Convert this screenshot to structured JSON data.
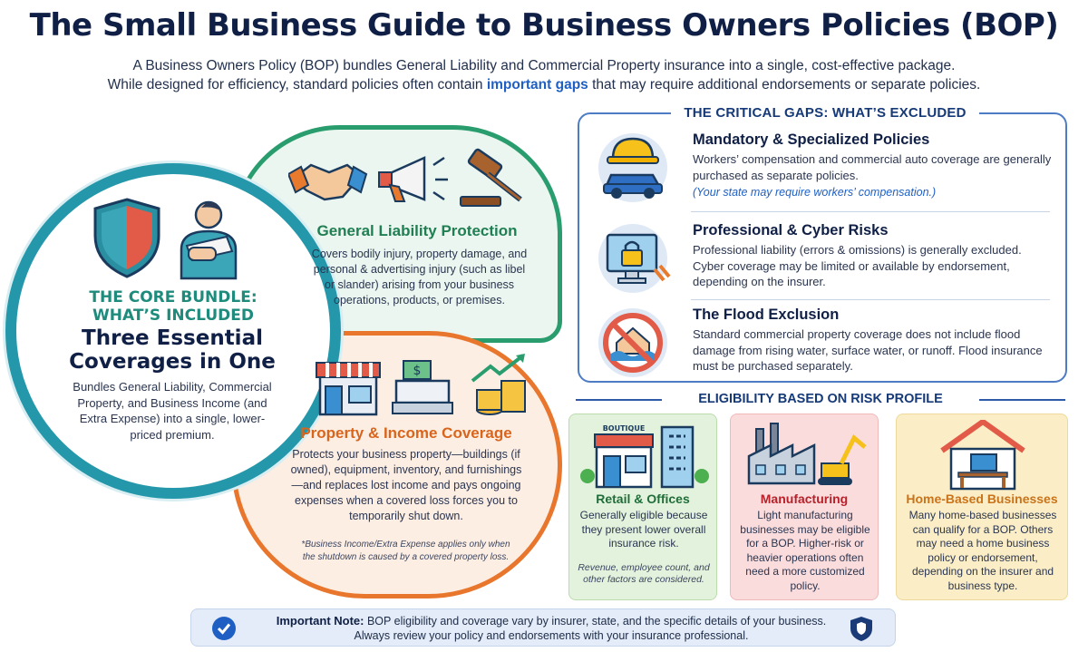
{
  "header": {
    "title": "The Small Business Guide to Business Owners Policies (BOP)",
    "intro_line1": "A Business Owners Policy (BOP) bundles General Liability and Commercial Property insurance into a single, cost-effective package.",
    "intro_line2_pre": "While designed for efficiency, standard policies often contain ",
    "intro_line2_highlight": "important gaps",
    "intro_line2_post": " that may require additional endorsements or separate policies."
  },
  "core": {
    "label_line1": "THE CORE BUNDLE:",
    "label_line2": "WHAT’S INCLUDED",
    "heading_line1": "Three Essential",
    "heading_line2": "Coverages in One",
    "body": "Bundles General Liability, Commercial Property, and Business Income (and Extra Expense) into a single, lower-priced premium.",
    "icons": [
      "shield-icon",
      "injured-person-icon"
    ]
  },
  "general_liability": {
    "title": "General Liability Protection",
    "body": "Covers bodily injury, property damage, and personal & advertising injury (such as libel or slander) arising from your business operations, products, or premises.",
    "icons": [
      "handshake-icon",
      "megaphone-icon",
      "gavel-icon"
    ]
  },
  "property_income": {
    "title": "Property & Income Coverage",
    "body": "Protects your business property—buildings (if owned), equipment, inventory, and furnishings—and replaces lost income and pays ongoing expenses when a covered loss forces you to temporarily shut down.",
    "note": "*Business Income/Extra Expense applies only when the shutdown is caused by a covered property loss.",
    "icons": [
      "storefront-icon",
      "cash-register-icon",
      "coins-growth-icon"
    ]
  },
  "gaps": {
    "title": "THE CRITICAL GAPS: WHAT’S EXCLUDED",
    "items": [
      {
        "title": "Mandatory & Specialized Policies",
        "body": "Workers’ compensation and commercial auto coverage are generally purchased as separate policies.",
        "extra": "(Your state may require workers’ compensation.)",
        "icon": "hardhat-car-icon"
      },
      {
        "title": "Professional & Cyber Risks",
        "body": "Professional liability (errors & omissions) is generally excluded. Cyber coverage may be limited or available by endorsement, depending on the insurer.",
        "icon": "locked-computer-icon"
      },
      {
        "title": "The Flood Exclusion",
        "body": "Standard commercial property coverage does not include flood damage from rising water, surface water, or runoff. Flood insurance must be purchased separately.",
        "icon": "no-flood-icon"
      }
    ]
  },
  "eligibility": {
    "title": "ELIGIBILITY BASED ON RISK PROFILE",
    "cards": [
      {
        "title": "Retail & Offices",
        "body": "Generally eligible because they present lower overall insurance risk.",
        "note": "Revenue, employee count, and other factors are considered.",
        "sign": "BOUTIQUE",
        "icon": "boutique-office-icon"
      },
      {
        "title": "Manufacturing",
        "body": "Light manufacturing businesses may be eligible for a BOP. Higher-risk or heavier operations often need a more customized policy.",
        "icon": "factory-excavator-icon"
      },
      {
        "title": "Home-Based Businesses",
        "body": "Many home-based businesses can qualify for a BOP. Others may need a home business policy or endorsement, depending on the insurer and business type.",
        "icon": "home-office-icon"
      }
    ]
  },
  "note": {
    "label": "Important Note:",
    "line1": " BOP eligibility and coverage vary by insurer, state, and the specific details of your business.",
    "line2": "Always review your policy and endorsements with your insurance professional.",
    "icons": [
      "checkmark-icon",
      "shield-icon"
    ]
  },
  "colors": {
    "navy": "#0f1f45",
    "teal": "#2498aa",
    "green": "#2a9d6e",
    "orange": "#e8762d",
    "blue": "#4e7cc4",
    "highlight": "#1f5fc4"
  }
}
